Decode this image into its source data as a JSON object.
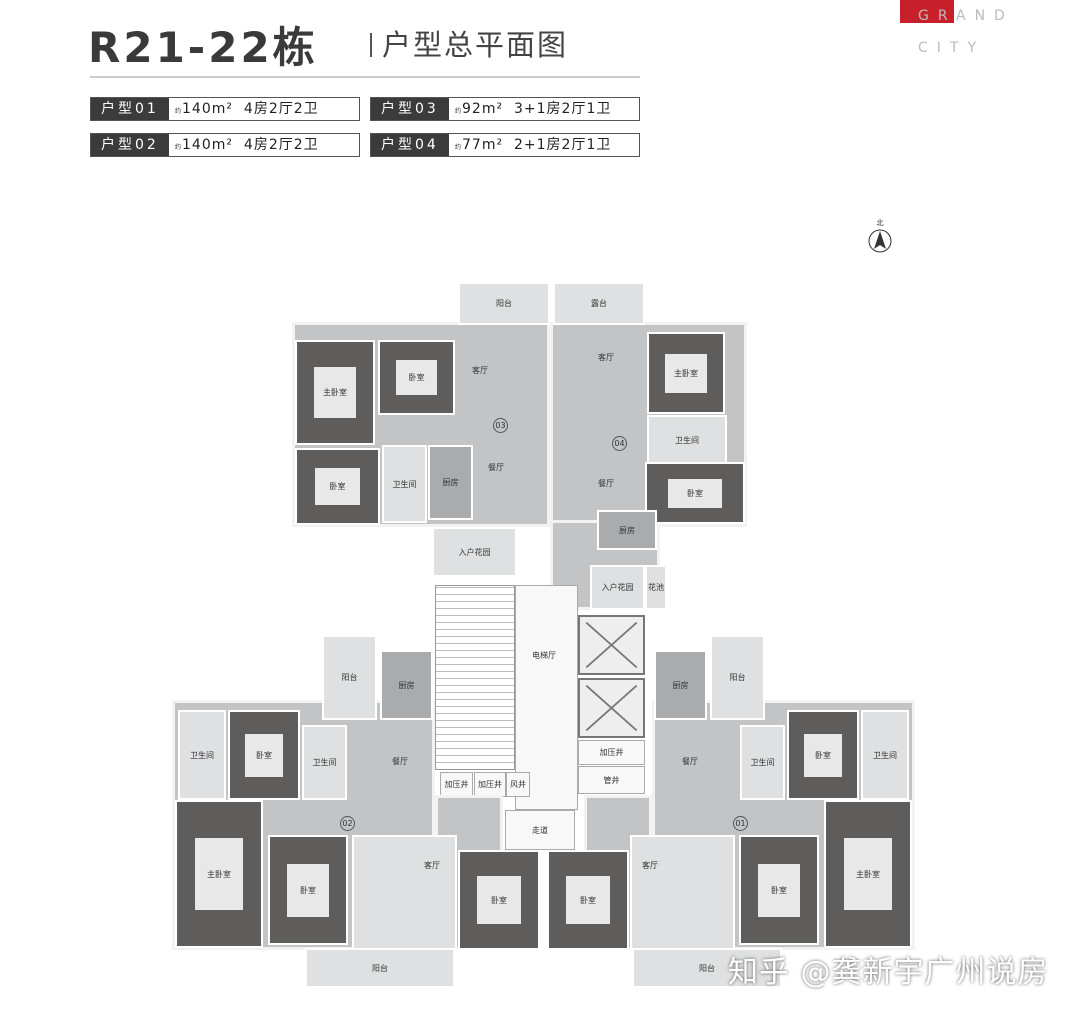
{
  "header": {
    "title": "R21-22栋",
    "subtitle": "户型总平面图",
    "brand_line1": "GRAND",
    "brand_line2": "CITY",
    "brand_color": "#c8202a"
  },
  "units": [
    {
      "tag": "户型01",
      "area_prefix": "约",
      "area": "140m²",
      "layout": "4房2厅2卫"
    },
    {
      "tag": "户型02",
      "area_prefix": "约",
      "area": "140m²",
      "layout": "4房2厅2卫"
    },
    {
      "tag": "户型03",
      "area_prefix": "约",
      "area": "92m²",
      "layout": "3+1房2厅1卫"
    },
    {
      "tag": "户型04",
      "area_prefix": "约",
      "area": "77m²",
      "layout": "2+1房2厅1卫"
    }
  ],
  "plan": {
    "north_label": "北",
    "north_icon": "north-arrow-icon",
    "unit_tags": {
      "u01": "01",
      "u02": "02",
      "u03": "03",
      "u04": "04"
    },
    "rooms": {
      "balcony": "阳台",
      "terrace": "露台",
      "living": "客厅",
      "dining": "餐厅",
      "master": "主卧室",
      "bedroom": "卧室",
      "bath": "卫生间",
      "kitchen": "厨房",
      "garden": "入户花园",
      "planter": "花池",
      "elevator_hall": "电梯厅",
      "pressure_shaft": "加压井",
      "wind_shaft": "风井",
      "pipe_shaft": "管井",
      "corridor": "走道"
    }
  },
  "watermark": "知乎 @龚新宇广州说房"
}
